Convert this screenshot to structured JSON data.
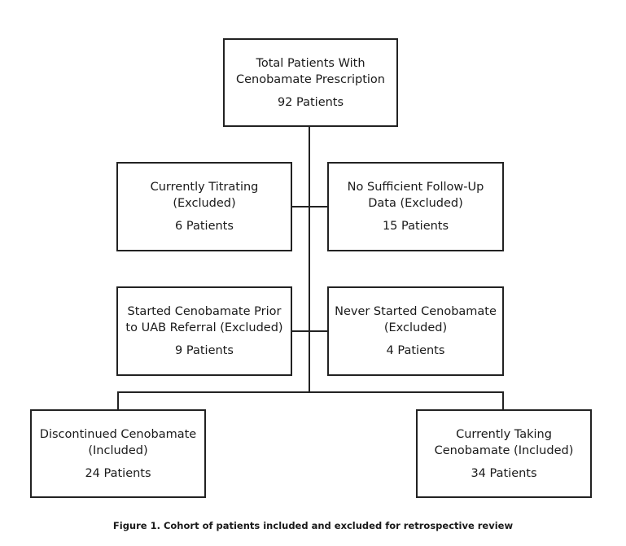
{
  "boxes": {
    "total": {
      "lines": [
        "Total Patients With",
        "Cenobamate Prescription"
      ],
      "count": "92 Patients"
    },
    "titrating": {
      "lines": [
        "Currently Titrating",
        "(Excluded)"
      ],
      "count": "6 Patients"
    },
    "followup": {
      "lines": [
        "No Sufficient Follow-Up",
        "Data (Excluded)"
      ],
      "count": "15 Patients"
    },
    "prior": {
      "lines": [
        "Started Cenobamate Prior",
        "to UAB Referral (Excluded)"
      ],
      "count": "9 Patients"
    },
    "never": {
      "lines": [
        "Never Started Cenobamate",
        "(Excluded)"
      ],
      "count": "4 Patients"
    },
    "discontinued": {
      "lines": [
        "Discontinued Cenobamate",
        "(Included)"
      ],
      "count": "24 Patients"
    },
    "taking": {
      "lines": [
        "Currently Taking",
        "Cenobamate (Included)"
      ],
      "count": "34 Patients"
    }
  },
  "caption": "Figure 1. Cohort of patients included and excluded for retrospective review"
}
